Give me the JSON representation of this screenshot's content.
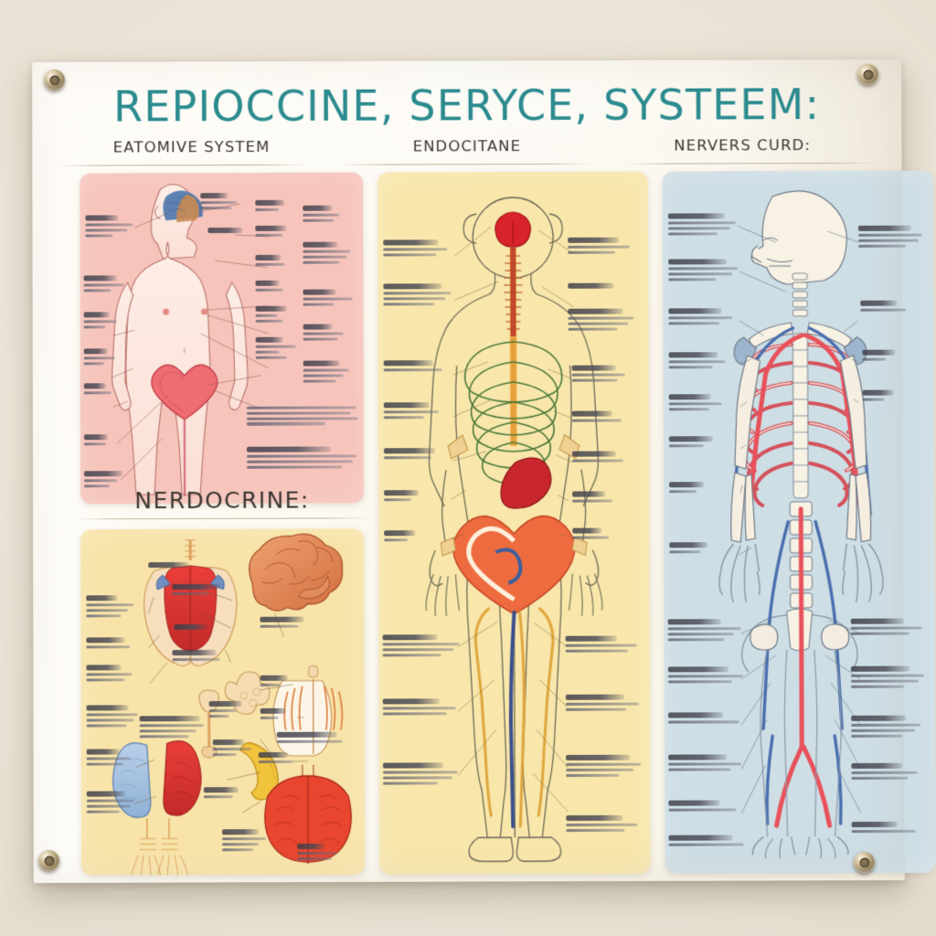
{
  "poster": {
    "title": "REPIOCCINE, SERYCE, SYSTEEM:",
    "title_color": "#2c8b8f",
    "wall_color": "#e7e0d2",
    "paper_color": "#fdfaf2",
    "mount": {
      "type": "screw",
      "count": 4,
      "positions": [
        "top-left",
        "top-right",
        "bottom-left",
        "bottom-right"
      ]
    }
  },
  "column_subtitles": [
    {
      "label": "EATOMIVE SYSTEM"
    },
    {
      "label": "ENDOCITANE"
    },
    {
      "label": "NERVERS CURD:"
    }
  ],
  "section_headings": [
    {
      "label": "NERDOCRINE:"
    }
  ],
  "panels": [
    {
      "id": "reproductive",
      "subtitle": "EATOMIVE SYSTEM",
      "background": "#f6c4bb",
      "figure": "frontal human torso with brain inset and pelvic organ",
      "label_count": 14,
      "callout_note_blocks": 2
    },
    {
      "id": "endocrine",
      "heading": "NERDOCRINE:",
      "background": "#f8e4a9",
      "figure": "isolated endocrine organs: brain, kidneys, adrenal glands, pancreas, thyroid, pituitary",
      "label_count": 16
    },
    {
      "id": "digestive-nervous",
      "subtitle": "ENDOCITANE",
      "background": "#f8e6ab",
      "figure": "full-body figure with spinal column, rib cage, stomach and intestinal tract",
      "label_count": 18
    },
    {
      "id": "skeletal-circulatory",
      "subtitle": "NERVERS CURD:",
      "background": "#cedee5",
      "figure": "full-body posterior skeleton with arterial (red) and venous (blue) vasculature",
      "label_count": 20
    }
  ],
  "palette": {
    "teal_title": "#2c8b8f",
    "pink_panel": "#f6c4bb",
    "yellow_panel": "#f8e6ab",
    "blue_panel": "#cedee5",
    "artery_red": "#e0454a",
    "vein_blue": "#3c5f9e",
    "bone_cream": "#f4efe2",
    "organ_orange": "#e2673c",
    "nerve_gold": "#d9a23b",
    "label_ink": "#4a4a56"
  }
}
